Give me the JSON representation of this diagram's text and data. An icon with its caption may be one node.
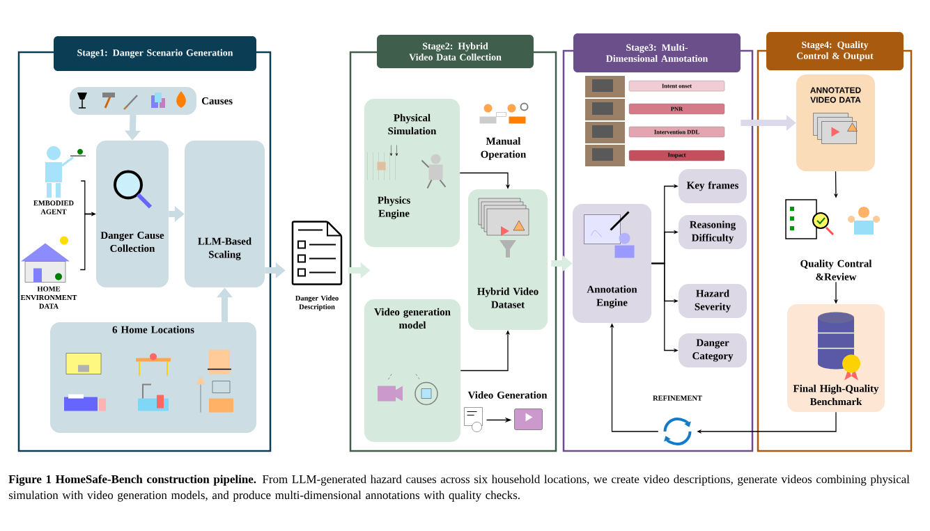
{
  "diagram": {
    "caption": "**Figure 1 HomeSafe-Bench construction pipeline.** From LLM-generated hazard causes across six household locations, we create video descriptions, generate videos combining physical simulation with video generation models, and produce multi-dimensional annotations with quality checks.",
    "nodes": [
      {
        "text": [
          "Stage1: Danger Scenario Generation"
        ]
      },
      {
        "text": [
          "Causes"
        ],
        "in": 0
      },
      {
        "text": [
          "EMBODIED AGENT"
        ],
        "in": 0
      },
      {
        "text": [
          "HOME ENVIRONMENT DATA"
        ],
        "in": 0
      },
      {
        "text": [
          "Danger Cause Collection"
        ],
        "in": 0
      },
      {
        "text": [
          "LLM-Based Scaling"
        ],
        "in": 0
      },
      {
        "text": [
          "6 Home Locations"
        ],
        "in": 0
      },
      {
        "text": [
          "Danger Video Description"
        ]
      },
      {
        "text": [
          "Stage2: Hybrid Video Data Collection"
        ]
      },
      {
        "text": [
          "Physical Simulation",
          "Physics Engine"
        ],
        "in": 8
      },
      {
        "text": [
          "Manual Operation"
        ],
        "in": 8
      },
      {
        "text": [
          "Hybrid Video Dataset"
        ],
        "in": 8
      },
      {
        "text": [
          "Video generation model"
        ],
        "in": 8
      },
      {
        "text": [
          "Video Generation"
        ],
        "in": 8
      },
      {
        "text": [
          "Stage3: Multi-Dimensional Annotation"
        ]
      },
      {
        "text": [
          "Intent onset"
        ],
        "in": 14
      },
      {
        "text": [
          "PNR"
        ],
        "in": 14
      },
      {
        "text": [
          "Intervention DDL"
        ],
        "in": 14
      },
      {
        "text": [
          "Impact"
        ],
        "in": 14
      },
      {
        "text": [
          "Annotation Engine"
        ],
        "in": 14
      },
      {
        "text": [
          "Key frames"
        ],
        "in": 14
      },
      {
        "text": [
          "Reasoning Difficulty"
        ],
        "in": 14
      },
      {
        "text": [
          "Hazard Severity"
        ],
        "in": 14
      },
      {
        "text": [
          "Danger Category"
        ],
        "in": 14
      },
      {
        "text": [],
        "shape": "picture",
        "beside": [
          "REFINEMENT"
        ],
        "in": 14
      },
      {
        "text": [
          "Stage4: Quality Control & Output"
        ]
      },
      {
        "text": [
          "ANNOTATED VIDEO DATA"
        ],
        "in": 25
      },
      {
        "text": [
          "Quality Contral &Review"
        ],
        "in": 25
      },
      {
        "text": [
          "Final High-Quality Benchmark"
        ],
        "in": 25
      }
    ],
    "edges": [
      {
        "from": 1,
        "to": 4,
        "arrow": "to",
        "style": "thick",
        "color": "#c9dce4"
      },
      {
        "from": 2,
        "to": 4,
        "arrow": "to"
      },
      {
        "from": 3,
        "to": 4,
        "arrow": "to"
      },
      {
        "from": 4,
        "to": 5,
        "arrow": "to",
        "style": "thick",
        "color": "#c9dce4"
      },
      {
        "from": 6,
        "to": 5,
        "arrow": "to",
        "style": "thick",
        "color": "#c9dce4"
      },
      {
        "from": 5,
        "to": 7,
        "arrow": "to",
        "style": "thick",
        "color": "#c9dce4"
      },
      {
        "from": 7,
        "to": 8,
        "arrow": "to",
        "style": "thick",
        "color": "#d9ede1"
      },
      {
        "from": 9,
        "to": 11,
        "arrow": "to"
      },
      {
        "from": 12,
        "to": 11,
        "arrow": "to"
      },
      {
        "from": 8,
        "to": 19,
        "arrow": "to",
        "style": "thick",
        "color": "#d9ede1"
      },
      {
        "from": 19,
        "to": 20,
        "arrow": "to"
      },
      {
        "from": 19,
        "to": 21,
        "arrow": "to"
      },
      {
        "from": 19,
        "to": 22,
        "arrow": "to"
      },
      {
        "from": 19,
        "to": 23,
        "arrow": "to"
      },
      {
        "from": 14,
        "to": 26,
        "arrow": "to",
        "style": "thick",
        "color": "#dcdaea"
      },
      {
        "from": 26,
        "to": 27,
        "arrow": "to"
      },
      {
        "from": 27,
        "to": 28,
        "arrow": "to"
      },
      {
        "from": 28,
        "to": 24,
        "arrow": "to"
      },
      {
        "from": 24,
        "to": 19,
        "arrow": "to"
      }
    ]
  }
}
